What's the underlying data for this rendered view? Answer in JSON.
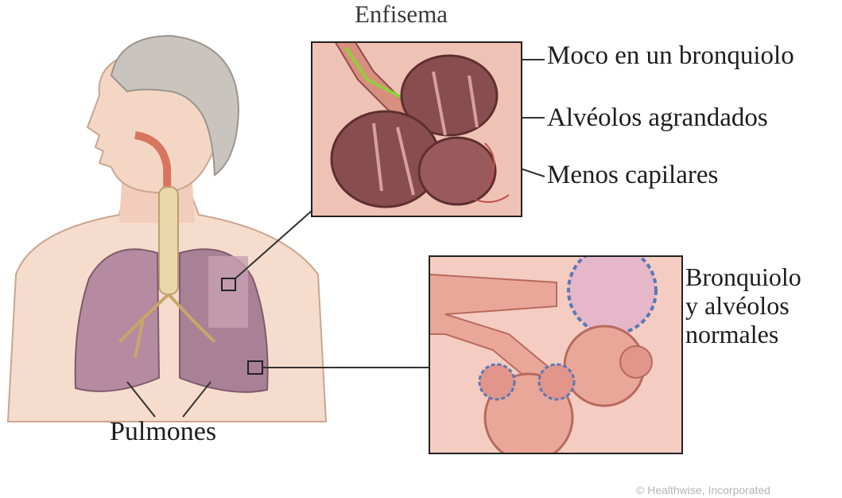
{
  "title": "Enfisema",
  "labels": {
    "mucus": "Moco en un bronquiolo",
    "enlarged_alveoli": "Alvéolos agrandados",
    "fewer_capillaries": "Menos capilares",
    "normal_line1": "Bronquiolo",
    "normal_line2": "y alvéolos",
    "normal_line3": "normales",
    "lungs": "Pulmones"
  },
  "credit": "© Healthwise, Incorporated",
  "colors": {
    "skin": "#f6dccd",
    "lung": "#b68aa0",
    "alveolus_damaged": "#8a4d4f",
    "alveolus_normal": "#e9a79a",
    "capillary_blue": "#5b78b5",
    "mucus_green": "#8fcf3b",
    "inset_bg": "#efc2b6"
  }
}
